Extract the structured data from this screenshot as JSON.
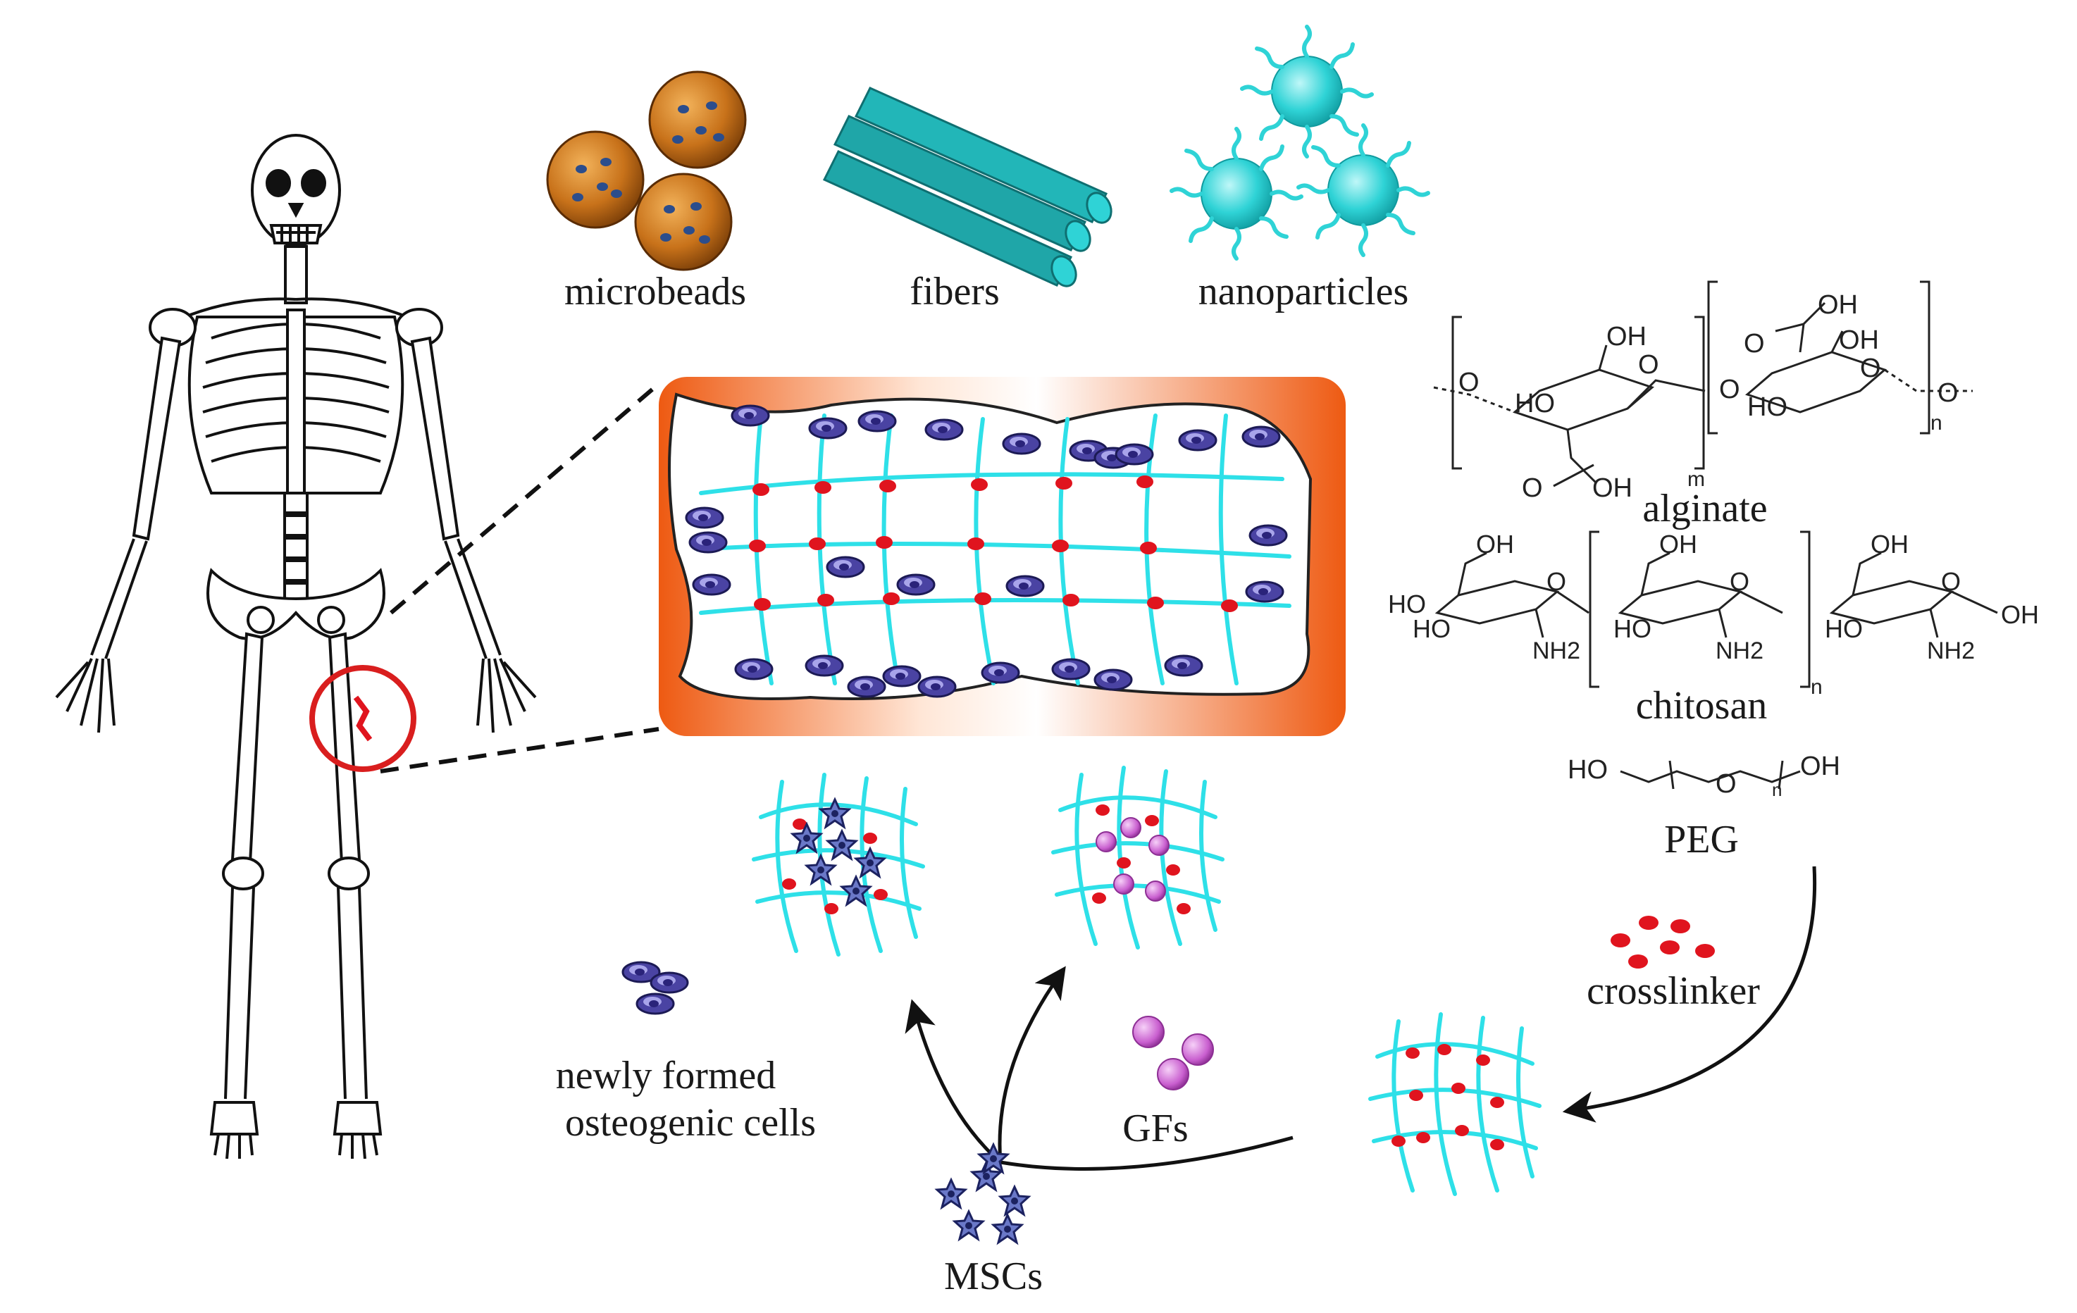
{
  "labels": {
    "microbeads": "microbeads",
    "fibers": "fibers",
    "nanoparticles": "nanoparticles",
    "alginate": "alginate",
    "chitosan": "chitosan",
    "peg": "PEG",
    "crosslinker": "crosslinker",
    "gfs": "GFs",
    "mscs": "MSCs",
    "newly_formed_line1": "newly formed",
    "newly_formed_line2": "osteogenic cells"
  },
  "chem": {
    "alg_oh_top": "OH",
    "alg_o_ring1": "O",
    "alg_ho_left": "HO",
    "alg_o_left": "O",
    "alg_o_cooh": "O",
    "alg_oh_cooh": "OH",
    "alg_n": "m",
    "alg_oh_top2": "OH",
    "alg_o_top2": "O",
    "alg_oh_2": "OH",
    "alg_o_ring2": "O",
    "alg_ho_2": "HO",
    "alg_n2": "n",
    "alg_o_bridge": "O",
    "alg_o_right": "O",
    "chi_oh1": "OH",
    "chi_ho1": "HO",
    "chi_ho1b": "HO",
    "chi_nh2_1": "NH2",
    "chi_o1": "O",
    "chi_oh2": "OH",
    "chi_ho2": "HO",
    "chi_nh2_2": "NH2",
    "chi_o2": "O",
    "chi_n": "n",
    "chi_oh3": "OH",
    "chi_ho3": "HO",
    "chi_nh2_3": "NH2",
    "chi_o3": "O",
    "chi_oh_end": "OH",
    "peg_ho": "HO",
    "peg_o": "O",
    "peg_n": "n",
    "peg_oh": "OH"
  },
  "colors": {
    "bead": "#c8721a",
    "bead_dot": "#2b4d8c",
    "fiber": "#1fa6a8",
    "nanoparticle": "#2fd3d6",
    "mesh": "#2ee0e8",
    "crosslink": "#e0141e",
    "cell": "#4a43a3",
    "gf": "#c95fcf",
    "panel_orange": "#f06a1e",
    "highlight_ring": "#d91e1e"
  }
}
